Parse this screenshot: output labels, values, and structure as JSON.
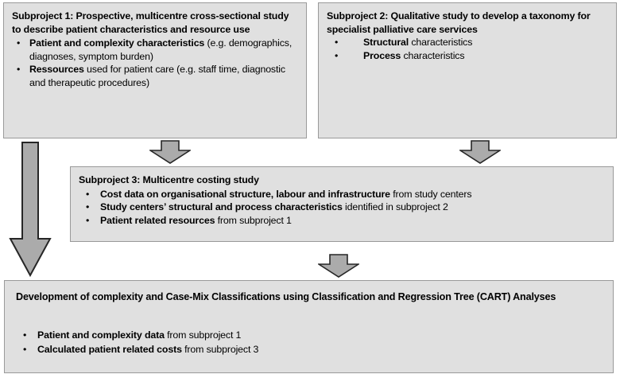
{
  "diagram": {
    "title": "Study design flow diagram: subprojects leading to complexity and case-mix classification",
    "colors": {
      "box_fill": "#e0e0e0",
      "box_border": "#9a9a9a",
      "arrow_fill": "#ababab",
      "arrow_border": "#262626",
      "text": "#000000"
    },
    "boxes": [
      {
        "id": "subproject-1",
        "title": "Subproject 1: Prospective, multicentre cross-sectional study to describe patient characteristics and resource use",
        "bullets": [
          {
            "bold": "Patient and complexity characteristics",
            "rest": " (e.g. demographics, diagnoses, symptom burden)"
          },
          {
            "bold": "Ressources",
            "rest": " used for patient care (e.g. staff time, diagnostic and therapeutic procedures)"
          }
        ]
      },
      {
        "id": "subproject-2",
        "title": "Subproject 2: Qualitative study to develop a taxonomy for specialist palliative care services",
        "bullets": [
          {
            "bold": "Structural",
            "rest": " characteristics"
          },
          {
            "bold": "Process",
            "rest": " characteristics"
          }
        ]
      },
      {
        "id": "subproject-3",
        "title": "Subproject 3: Multicentre costing study",
        "bullets": [
          {
            "bold": "Cost data on organisational structure, labour and infrastructure",
            "rest": " from study centers"
          },
          {
            "bold": "Study centers’ structural and process characteristics",
            "rest": " identified in subproject 2"
          },
          {
            "bold": "Patient related resources",
            "rest": " from subproject 1"
          }
        ]
      },
      {
        "id": "cart-analyses",
        "title": "Development of complexity and Case-Mix Classifications using Classification and Regression Tree (CART) Analyses",
        "bullets": [
          {
            "bold": "Patient and complexity data",
            "rest": " from subproject 1"
          },
          {
            "bold": "Calculated patient related costs",
            "rest": " from subproject 3"
          }
        ]
      }
    ],
    "arrows": [
      {
        "id": "arrow-subproject1-to-subproject3",
        "direction": "down",
        "label": "Subproject 1 to Subproject 3"
      },
      {
        "id": "arrow-subproject2-to-subproject3",
        "direction": "down",
        "label": "Subproject 2 to Subproject 3"
      },
      {
        "id": "arrow-subproject3-to-cart",
        "direction": "down",
        "label": "Subproject 3 to CART Analyses"
      },
      {
        "id": "arrow-subproject1-to-cart",
        "direction": "down",
        "label": "Subproject 1 to CART Analyses"
      }
    ],
    "bullet_glyph": "•"
  }
}
